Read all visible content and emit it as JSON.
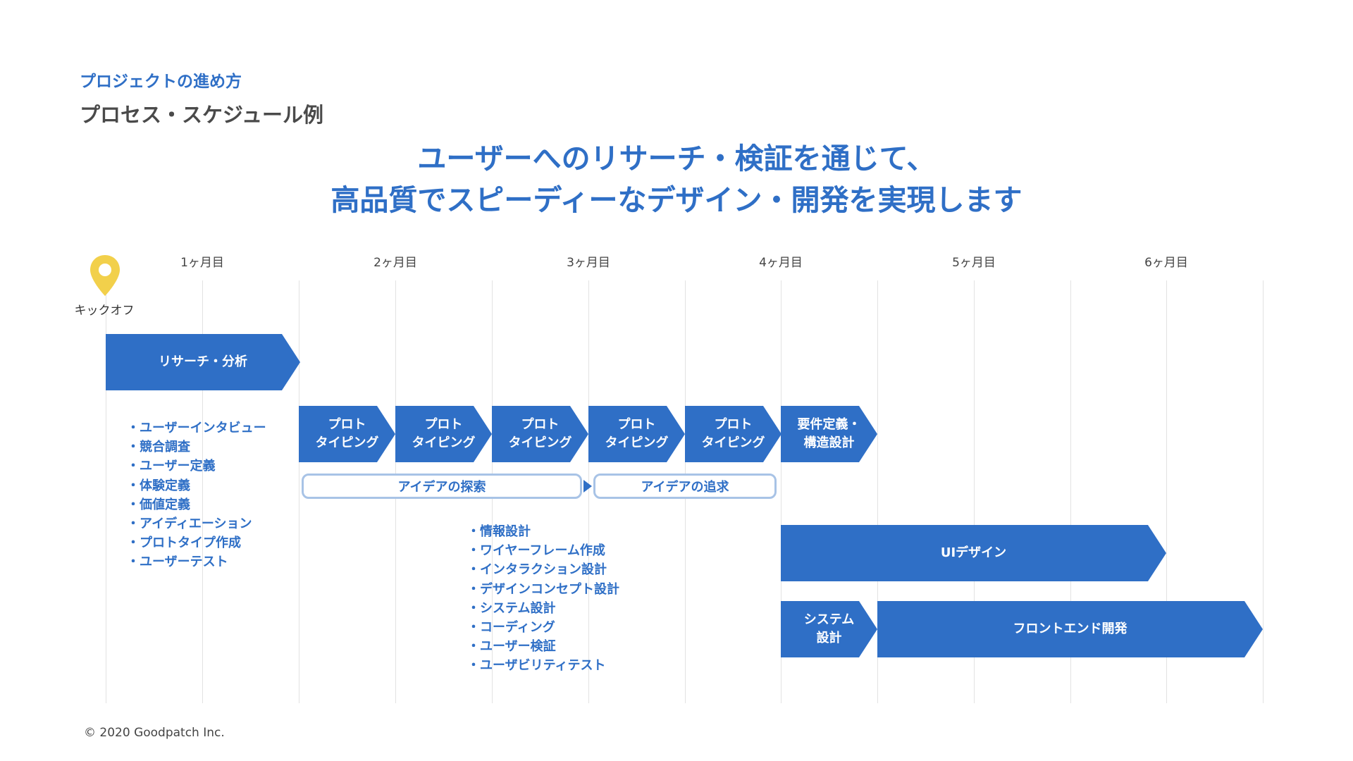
{
  "header": {
    "eyebrow": "プロジェクトの進め方",
    "subtitle": "プロセス・スケジュール例",
    "headline_line1": "ユーザーへのリサーチ・検証を通じて、",
    "headline_line2": "高品質でスピーディーなデザイン・開発を実現します"
  },
  "timeline": {
    "months": [
      "1ヶ月目",
      "2ヶ月目",
      "3ヶ月目",
      "4ヶ月目",
      "5ヶ月目",
      "6ヶ月目"
    ],
    "kickoff_label": "キックオフ",
    "kickoff_icon": "map-pin-icon",
    "kickoff_color": "#f2d04b"
  },
  "phases": {
    "research": "リサーチ・分析",
    "proto1_line1": "プロト",
    "proto1_line2": "タイピング",
    "proto2_line1": "プロト",
    "proto2_line2": "タイピング",
    "proto3_line1": "プロト",
    "proto3_line2": "タイピング",
    "proto4_line1": "プロト",
    "proto4_line2": "タイピング",
    "proto5_line1": "プロト",
    "proto5_line2": "タイピング",
    "req_line1": "要件定義・",
    "req_line2": "構造設計",
    "ui_design": "UIデザイン",
    "system_line1": "システム",
    "system_line2": "設計",
    "frontend": "フロントエンド開発",
    "explore": "アイデアの探索",
    "pursue": "アイデアの追求"
  },
  "research_tasks": [
    "・ユーザーインタビュー",
    "・競合調査",
    "・ユーザー定義",
    "・体験定義",
    "・価値定義",
    "・アイディエーション",
    "・プロトタイプ作成",
    "・ユーザーテスト"
  ],
  "design_tasks": [
    "・情報設計",
    "・ワイヤーフレーム作成",
    "・インタラクション設計",
    "・デザインコンセプト設計",
    "・システム設計",
    "・コーディング",
    "・ユーザー検証",
    "・ユーザビリティテスト"
  ],
  "colors": {
    "primary": "#2f6fc6",
    "pill_border": "#a8c3e6",
    "grid": "#e2e2e2",
    "subtitle": "#4a4a4a"
  },
  "footer": {
    "copyright": "© 2020 Goodpatch Inc."
  }
}
